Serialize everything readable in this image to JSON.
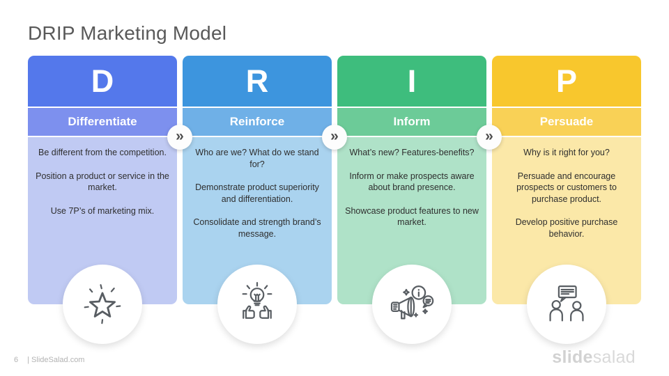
{
  "slide": {
    "title": "DRIP Marketing Model",
    "connector_glyph": "»",
    "footer": {
      "page_number": "6",
      "source": "| SlideSalad.com",
      "logo": {
        "bold": "slide",
        "light": "salad"
      }
    }
  },
  "columns": [
    {
      "letter": "D",
      "name": "Differentiate",
      "icon": "sparkle-star-icon",
      "colors": {
        "header": "#5478EB",
        "subtitle": "#7D90EE",
        "body": "#C0CAF3"
      },
      "paragraphs": [
        "Be different from the competition.",
        "Position a product or service in the market.",
        "Use 7P’s of marketing mix."
      ]
    },
    {
      "letter": "R",
      "name": "Reinforce",
      "icon": "idea-thumbs-up-icon",
      "colors": {
        "header": "#3D95DE",
        "subtitle": "#6FB0E7",
        "body": "#AAD3EF"
      },
      "paragraphs": [
        "Who are we? What do we stand for?",
        "Demonstrate product superiority and differentiation.",
        "Consolidate and strength brand’s message."
      ]
    },
    {
      "letter": "I",
      "name": "Inform",
      "icon": "megaphone-announcement-icon",
      "colors": {
        "header": "#3EBD7D",
        "subtitle": "#6CCB98",
        "body": "#AFE2C8"
      },
      "paragraphs": [
        "What’s new? Features-benefits?",
        "Inform or make prospects aware about brand presence.",
        "Showcase product features to new market."
      ]
    },
    {
      "letter": "P",
      "name": "Persuade",
      "icon": "conversation-people-icon",
      "colors": {
        "header": "#F8C72D",
        "subtitle": "#F9D156",
        "body": "#FBE8A8"
      },
      "paragraphs": [
        "Why is it right for you?",
        "Persuade and encourage prospects or customers to purchase product.",
        "Develop positive purchase behavior."
      ]
    }
  ]
}
